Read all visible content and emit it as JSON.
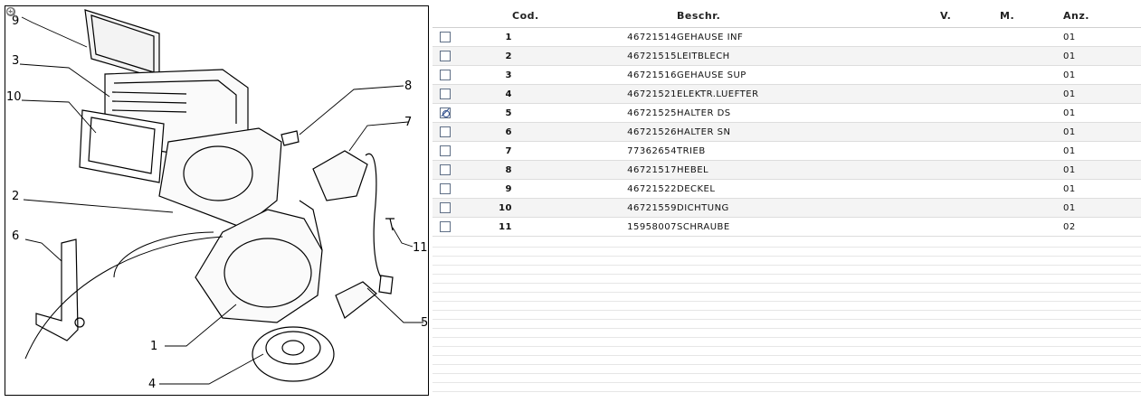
{
  "diagram": {
    "callouts": [
      "9",
      "3",
      "10",
      "2",
      "6",
      "1",
      "4",
      "8",
      "7",
      "11",
      "5"
    ]
  },
  "table": {
    "headers": {
      "cod": "Cod.",
      "desc": "Beschr.",
      "v": "V.",
      "m": "M.",
      "anz": "Anz."
    },
    "rows": [
      {
        "num": "1",
        "code": "46721514",
        "desc": "GEHAUSE INF",
        "qty": "01",
        "checked": false
      },
      {
        "num": "2",
        "code": "46721515",
        "desc": "LEITBLECH",
        "qty": "01",
        "checked": false
      },
      {
        "num": "3",
        "code": "46721516",
        "desc": "GEHAUSE SUP",
        "qty": "01",
        "checked": false
      },
      {
        "num": "4",
        "code": "46721521",
        "desc": "ELEKTR.LUEFTER",
        "qty": "01",
        "checked": false
      },
      {
        "num": "5",
        "code": "46721525",
        "desc": "HALTER DS",
        "qty": "01",
        "checked": true
      },
      {
        "num": "6",
        "code": "46721526",
        "desc": "HALTER SN",
        "qty": "01",
        "checked": false
      },
      {
        "num": "7",
        "code": "77362654",
        "desc": "TRIEB",
        "qty": "01",
        "checked": false
      },
      {
        "num": "8",
        "code": "46721517",
        "desc": "HEBEL",
        "qty": "01",
        "checked": false
      },
      {
        "num": "9",
        "code": "46721522",
        "desc": "DECKEL",
        "qty": "01",
        "checked": false
      },
      {
        "num": "10",
        "code": "46721559",
        "desc": "DICHTUNG",
        "qty": "01",
        "checked": false
      },
      {
        "num": "11",
        "code": "15958007",
        "desc": "SCHRAUBE",
        "qty": "02",
        "checked": false
      }
    ]
  },
  "icons": {
    "zoom": "zoom-in-icon",
    "zoom_alt": "zoom-reset-icon"
  }
}
